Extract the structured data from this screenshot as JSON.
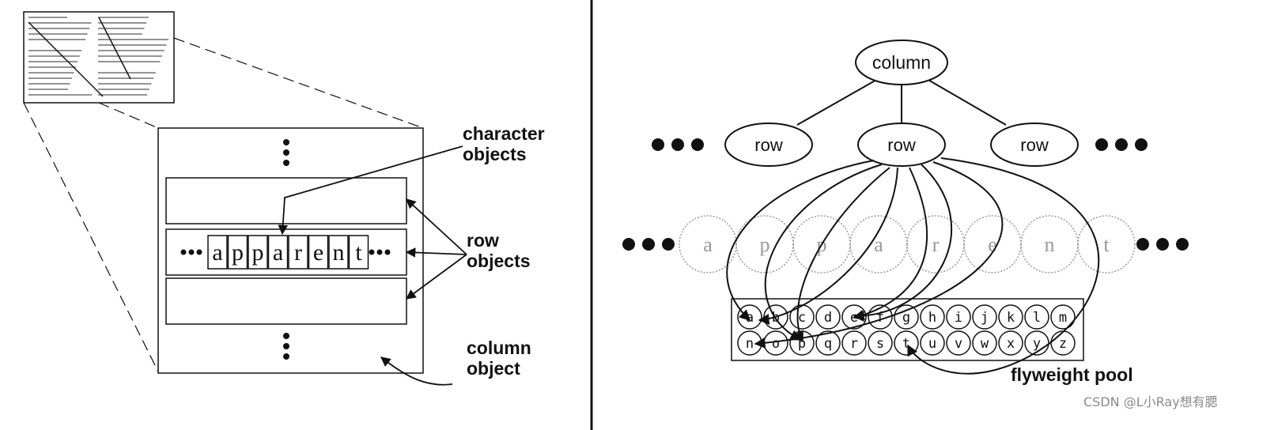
{
  "left": {
    "word_letters": [
      "a",
      "p",
      "p",
      "a",
      "r",
      "e",
      "n",
      "t"
    ],
    "labels": {
      "character_objects": [
        "character",
        "objects"
      ],
      "row_objects": [
        "row",
        "objects"
      ],
      "column_object": [
        "column",
        "object"
      ]
    }
  },
  "right": {
    "column_node": "column",
    "row_nodes": [
      "row",
      "row",
      "row"
    ],
    "ghost_letters": [
      "a",
      "p",
      "p",
      "a",
      "r",
      "e",
      "n",
      "t"
    ],
    "pool_row1": [
      "a",
      "b",
      "c",
      "d",
      "e",
      "f",
      "g",
      "h",
      "i",
      "j",
      "k",
      "l",
      "m"
    ],
    "pool_row2": [
      "n",
      "o",
      "p",
      "q",
      "r",
      "s",
      "t",
      "u",
      "v",
      "w",
      "x",
      "y",
      "z"
    ],
    "pool_label": "flyweight pool"
  },
  "watermark": "CSDN @L小Ray想有腮"
}
